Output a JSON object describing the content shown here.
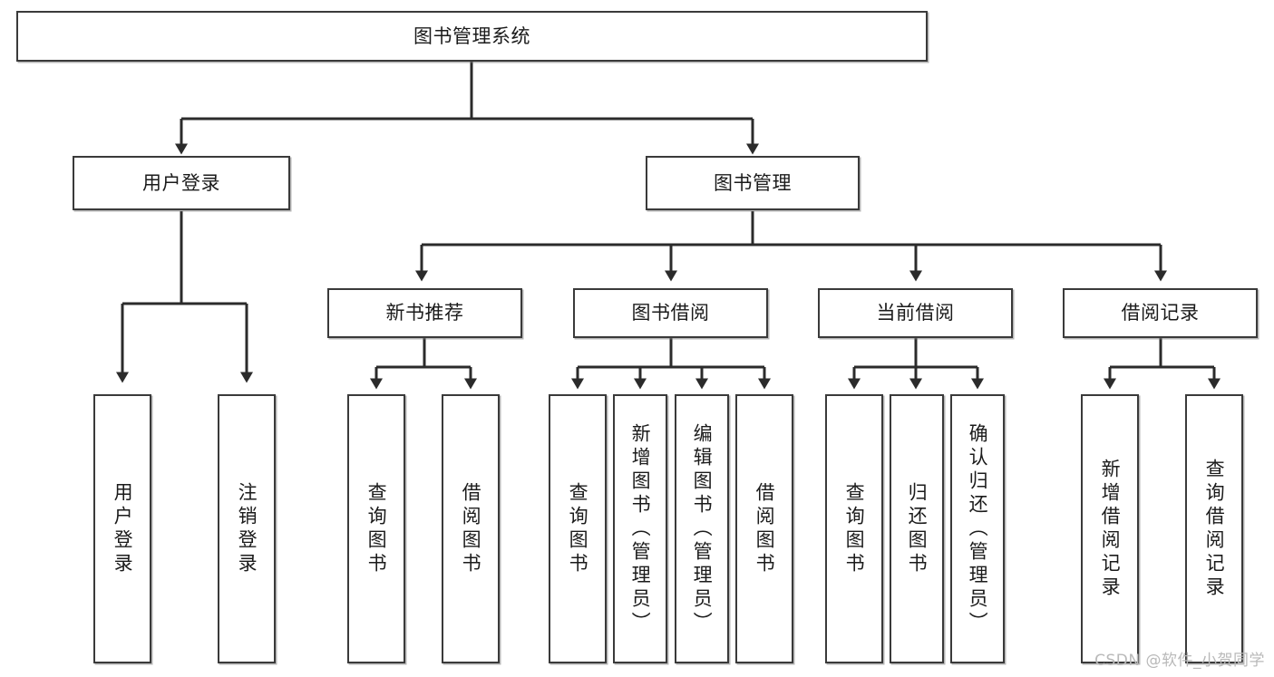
{
  "diagram": {
    "title": "图书管理系统",
    "type": "tree-hierarchy-chart",
    "watermark": "CSDN @软件_小贺同学",
    "colors": {
      "background": "#ffffff",
      "box_border": "#3a3a3a",
      "box_fill": "#ffffff",
      "connector": "#2b2b2b",
      "text": "#1b1b1b",
      "watermark": "#b9b9b9"
    },
    "root": {
      "label": "图书管理系统",
      "level": 1
    },
    "level2": [
      {
        "label": "用户登录",
        "level": 2
      },
      {
        "label": "图书管理",
        "level": 2
      }
    ],
    "level3": [
      {
        "label": "新书推荐",
        "level": 3,
        "parent": "图书管理"
      },
      {
        "label": "图书借阅",
        "level": 3,
        "parent": "图书管理"
      },
      {
        "label": "当前借阅",
        "level": 3,
        "parent": "图书管理"
      },
      {
        "label": "借阅记录",
        "level": 3,
        "parent": "图书管理"
      }
    ],
    "leaves": {
      "user_login": [
        {
          "label": "用户登录",
          "parent": "用户登录"
        },
        {
          "label": "注销登录",
          "parent": "用户登录"
        }
      ],
      "new_book_recommend": [
        {
          "label": "查询图书",
          "parent": "新书推荐"
        },
        {
          "label": "借阅图书",
          "parent": "新书推荐"
        }
      ],
      "book_borrow": [
        {
          "label": "查询图书",
          "parent": "图书借阅"
        },
        {
          "label": "新增图书（管理员）",
          "parent": "图书借阅"
        },
        {
          "label": "编辑图书（管理员）",
          "parent": "图书借阅"
        },
        {
          "label": "借阅图书",
          "parent": "图书借阅"
        }
      ],
      "current_borrow": [
        {
          "label": "查询图书",
          "parent": "当前借阅"
        },
        {
          "label": "归还图书",
          "parent": "当前借阅"
        },
        {
          "label": "确认归还（管理员）",
          "parent": "当前借阅"
        }
      ],
      "borrow_record": [
        {
          "label": "新增借阅记录",
          "parent": "借阅记录"
        },
        {
          "label": "查询借阅记录",
          "parent": "借阅记录"
        }
      ]
    }
  }
}
